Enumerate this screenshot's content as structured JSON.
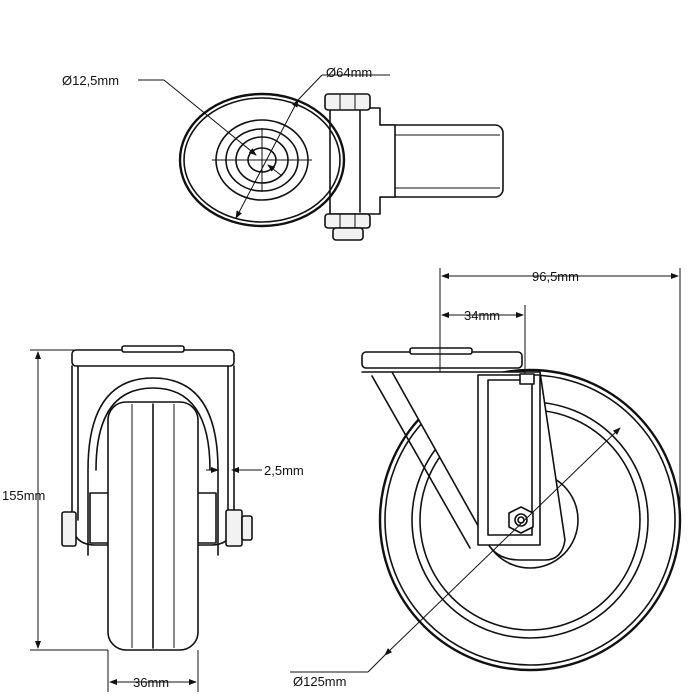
{
  "dimensions": {
    "bolt_hole_diameter": "Ø12,5mm",
    "top_plate_diameter": "Ø64mm",
    "overall_length": "96,5mm",
    "offset": "34mm",
    "overall_height": "155mm",
    "plate_gap": "2,5mm",
    "wheel_width": "36mm",
    "wheel_diameter": "Ø125mm"
  }
}
